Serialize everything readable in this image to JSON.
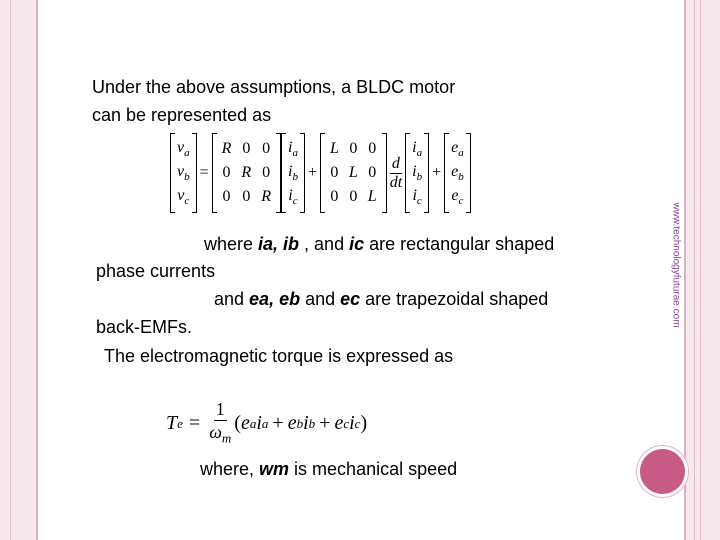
{
  "side": {
    "site_url": "www.technologyfuturae.com"
  },
  "intro": {
    "line1": "Under the above assumptions, a BLDC motor",
    "line2": "can be represented as"
  },
  "matrix_equation": {
    "voltage_vector": [
      "v",
      "v",
      "v"
    ],
    "voltage_subs": [
      "a",
      "b",
      "c"
    ],
    "resistance_matrix": [
      [
        "R",
        "0",
        "0"
      ],
      [
        "0",
        "R",
        "0"
      ],
      [
        "0",
        "0",
        "R"
      ]
    ],
    "current_vector": [
      "i",
      "i",
      "i"
    ],
    "current_subs": [
      "a",
      "b",
      "c"
    ],
    "inductance_matrix": [
      [
        "L",
        "0",
        "0"
      ],
      [
        "0",
        "L",
        "0"
      ],
      [
        "0",
        "0",
        "L"
      ]
    ],
    "derivative_num": "d",
    "derivative_den": "dt",
    "emf_vector": [
      "e",
      "e",
      "e"
    ],
    "emf_subs": [
      "a",
      "b",
      "c"
    ]
  },
  "currents_text": {
    "where": "where ",
    "ia_ib": "ia, ib",
    "and": " , and ",
    "ic": "ic",
    "rest": " are rectangular shaped",
    "line2": "phase currents"
  },
  "emf_text": {
    "and": "and ",
    "ea_eb": "ea, eb",
    "and2": " and ",
    "ec": "ec",
    "rest": " are trapezoidal shaped",
    "line2": "back-EMFs."
  },
  "torque_intro": "The electromagnetic torque is expressed as",
  "torque_formula": {
    "lhs": "T",
    "lhs_sub": "e",
    "numerator": "1",
    "denominator": "ω",
    "denominator_sub": "m"
  },
  "speed_text": {
    "where": "where, ",
    "wm": "wm",
    "rest": " is mechanical speed"
  },
  "colors": {
    "accent_circle": "#c75b86",
    "border": "#d9b3c1",
    "site_label": "#8a4a9a"
  }
}
